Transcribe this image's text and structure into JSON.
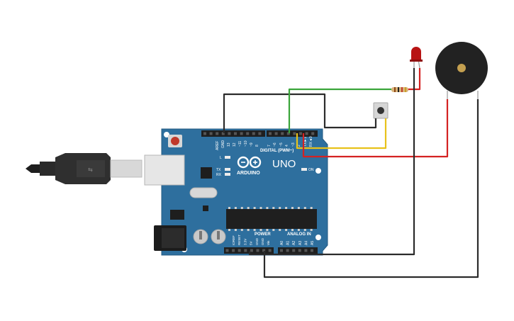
{
  "board": {
    "logo_text": "ARDUINO",
    "model": "UNO",
    "header_digital": "DIGITAL (PWM~)",
    "header_power": "POWER",
    "header_analog": "ANALOG IN",
    "label_l": "L",
    "label_tx": "TX",
    "label_rx": "RX",
    "label_on": "ON",
    "label_aref": "AREF",
    "label_gnd": "GND",
    "digital_pins": [
      "13",
      "12",
      "~11",
      "~10",
      "~9",
      "8",
      "7",
      "~6",
      "~5",
      "4",
      "~3",
      "2",
      "TX►1",
      "RX◄0"
    ],
    "power_pins": [
      "IOREF",
      "RESET",
      "3.3V",
      "5V",
      "GND",
      "GND",
      "Vin"
    ],
    "analog_pins": [
      "A0",
      "A1",
      "A2",
      "A3",
      "A4",
      "A5"
    ]
  },
  "colors": {
    "board": "#2e6f9e",
    "wire_black": "#2b2b2b",
    "wire_green": "#3aa53a",
    "wire_yellow": "#e8c21a",
    "wire_red": "#d42222",
    "led": "#b81414",
    "buzzer": "#222222"
  },
  "components": [
    "usb-cable",
    "arduino-uno",
    "pushbutton",
    "resistor",
    "led",
    "piezo-buzzer"
  ]
}
